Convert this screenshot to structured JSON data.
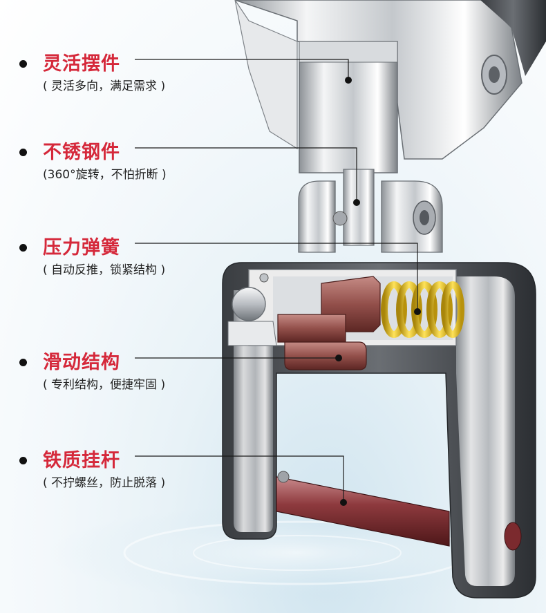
{
  "features": [
    {
      "title": "灵活摆件",
      "subtitle": "( 灵活多向，满足需求 )"
    },
    {
      "title": "不锈钢件",
      "subtitle": "(360°旋转，不怕折断 )"
    },
    {
      "title": "压力弹簧",
      "subtitle": "( 自动反推，锁紧结构 )"
    },
    {
      "title": "滑动结构",
      "subtitle": "( 专利结构，便捷牢固 )"
    },
    {
      "title": "铁质挂杆",
      "subtitle": "( 不拧螺丝，防止脱落 )"
    }
  ],
  "colors": {
    "title": "#d5283a",
    "subtitle": "#222222",
    "chrome": "#c9ccd1",
    "spring": "#e6c21d",
    "slider": "#8a3a3a",
    "rod": "#7b2a2e"
  },
  "icons": [
    "bullet-dot"
  ]
}
